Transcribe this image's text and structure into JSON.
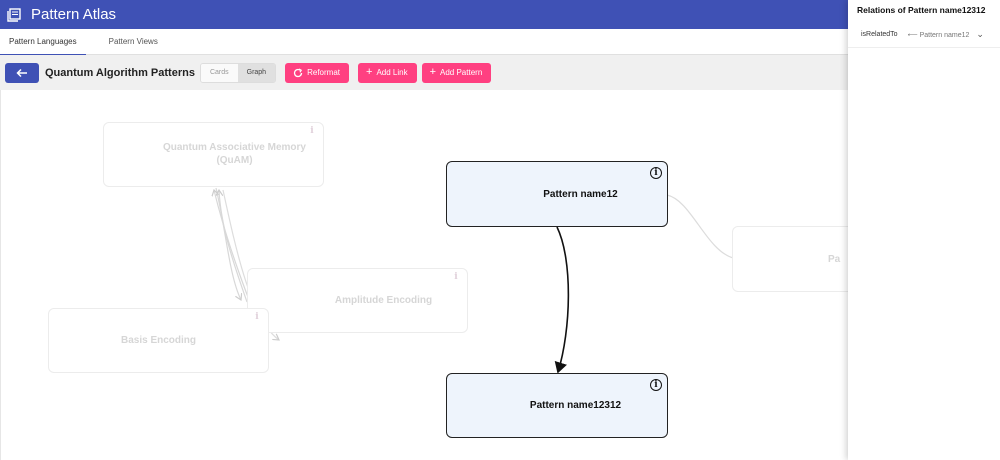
{
  "app": {
    "title": "Pattern Atlas",
    "logo_icon": "library-books-icon",
    "brand_color": "#3f51b5",
    "accent_color": "#ff4081"
  },
  "tabs": [
    {
      "label": "Pattern Languages",
      "active": true
    },
    {
      "label": "Pattern Views",
      "active": false
    }
  ],
  "toolbar": {
    "back_icon": "arrow-left-icon",
    "title": "Quantum Algorithm Patterns",
    "view_toggle": {
      "cards": "Cards",
      "graph": "Graph",
      "selected": "Graph"
    },
    "reformat_label": "Reformat",
    "add_link_label": "Add Link",
    "add_pattern_label": "Add Pattern"
  },
  "graph": {
    "nodes": [
      {
        "id": "quam",
        "label": "Quantum Associative Memory (QuAM)",
        "state": "faded"
      },
      {
        "id": "amp",
        "label": "Amplitude Encoding",
        "state": "faded"
      },
      {
        "id": "basis",
        "label": "Basis Encoding",
        "state": "faded"
      },
      {
        "id": "p12",
        "label": "Pattern name12",
        "state": "active"
      },
      {
        "id": "p12312",
        "label": "Pattern name12312",
        "state": "active"
      },
      {
        "id": "partial",
        "label": "Pa",
        "state": "faded"
      }
    ],
    "info_symbol": "i"
  },
  "panel": {
    "title": "Relations of Pattern name12312",
    "relations": [
      {
        "type": "isRelatedTo",
        "direction_icon": "arrow-left-icon",
        "arrow_glyph": "⟵",
        "target": "Pattern name12",
        "expand_icon": "chevron-down-icon",
        "chevron_glyph": "⌄"
      }
    ]
  }
}
